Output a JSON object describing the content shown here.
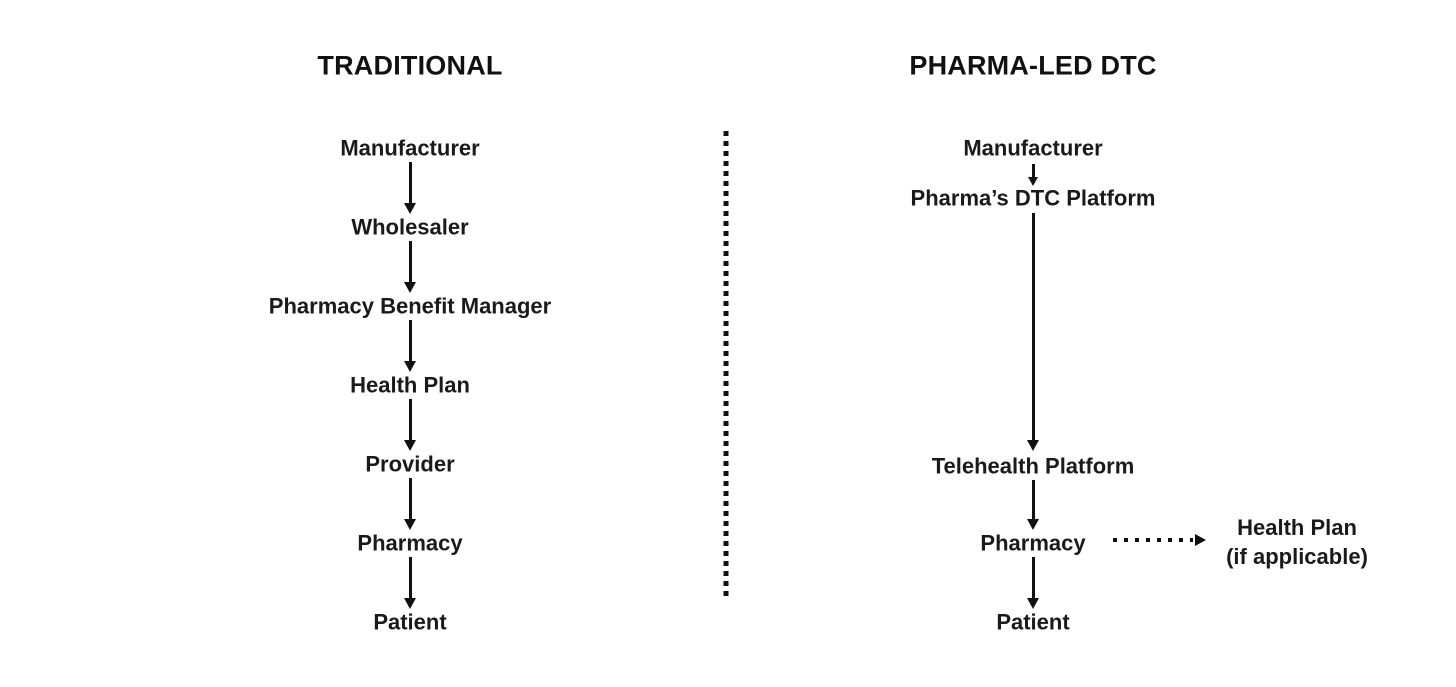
{
  "diagram": {
    "background_color": "#ffffff",
    "ink_color": "#1a1a1a",
    "columns": [
      {
        "id": "traditional",
        "header": "TRADITIONAL",
        "nodes": [
          "Manufacturer",
          "Wholesaler",
          "Pharmacy Benefit Manager",
          "Health Plan",
          "Provider",
          "Pharmacy",
          "Patient"
        ]
      },
      {
        "id": "pharma-led-dtc",
        "header": "PHARMA-LED DTC",
        "nodes": [
          "Manufacturer",
          "Pharma’s DTC Platform",
          "Telehealth Platform",
          "Pharmacy",
          "Patient"
        ],
        "side_branch": {
          "from": "Pharmacy",
          "line1": "Health Plan",
          "line2": "(if applicable)",
          "connector_style": "dotted-arrow"
        }
      }
    ],
    "divider_style": "dotted-vertical"
  }
}
